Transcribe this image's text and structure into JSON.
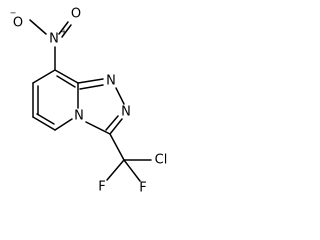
{
  "atoms": {
    "nitro_o_minus": "O",
    "nitro_o_minus_charge": "−",
    "nitro_n": "N",
    "nitro_n_charge": "+",
    "nitro_o_double": "O",
    "triazole_n1": "N",
    "triazole_n2": "N",
    "bridge_n": "N",
    "chlorine": "Cl",
    "fluorine_left": "F",
    "fluorine_right": "F"
  }
}
